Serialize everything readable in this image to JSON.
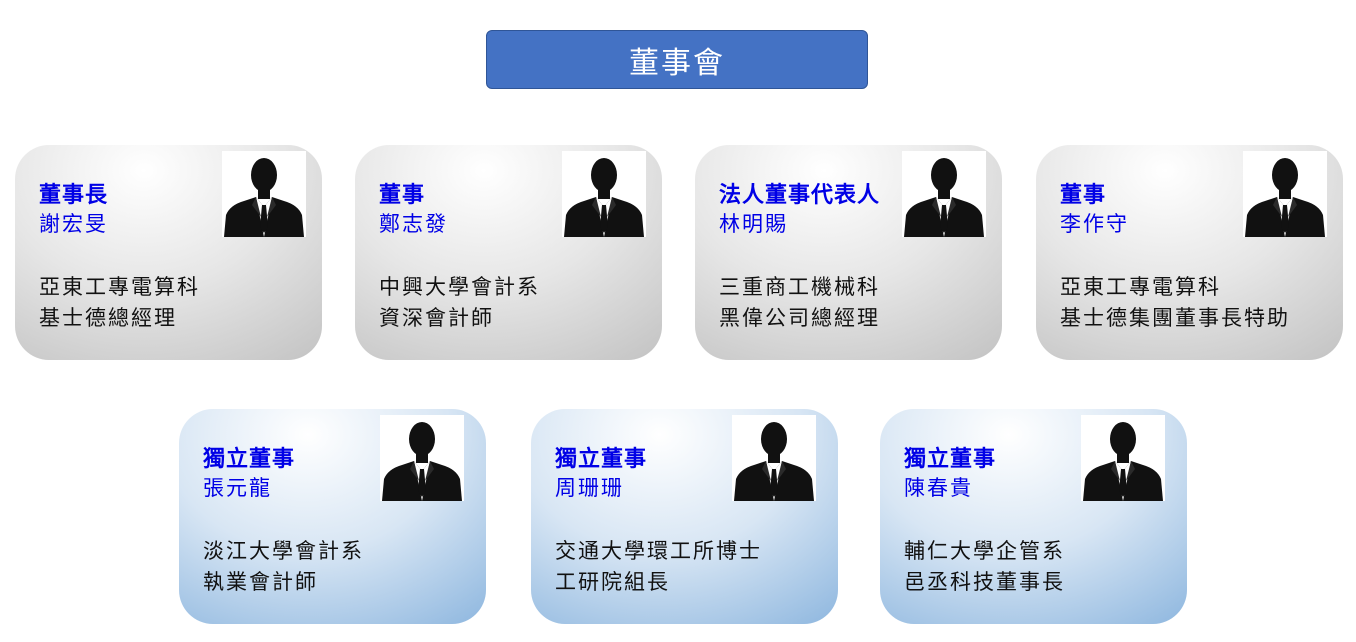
{
  "title": "董事會",
  "members": [
    {
      "role": "董事長",
      "name": "謝宏旻",
      "desc": [
        "亞東工專電算科",
        "基士德總經理"
      ],
      "photo_icon": "person-silhouette-icon",
      "style": "gray"
    },
    {
      "role": "董事",
      "name": "鄭志發",
      "desc": [
        "中興大學會計系",
        "資深會計師"
      ],
      "photo_icon": "person-silhouette-icon",
      "style": "gray"
    },
    {
      "role": "法人董事代表人",
      "name": "林明賜",
      "desc": [
        "三重商工機械科",
        "黑偉公司總經理"
      ],
      "photo_icon": "person-silhouette-icon",
      "style": "gray"
    },
    {
      "role": "董事",
      "name": "李作守",
      "desc": [
        "亞東工專電算科",
        "基士德集團董事長特助"
      ],
      "photo_icon": "person-silhouette-icon",
      "style": "gray"
    },
    {
      "role": "獨立董事",
      "name": "張元龍",
      "desc": [
        "淡江大學會計系",
        "執業會計師"
      ],
      "photo_icon": "person-silhouette-icon",
      "style": "blue"
    },
    {
      "role": "獨立董事",
      "name": "周珊珊",
      "desc": [
        "交通大學環工所博士",
        "工研院組長"
      ],
      "photo_icon": "person-silhouette-icon",
      "style": "blue"
    },
    {
      "role": "獨立董事",
      "name": "陳春貴",
      "desc": [
        "輔仁大學企管系",
        "邑丞科技董事長"
      ],
      "photo_icon": "person-silhouette-icon",
      "style": "blue"
    }
  ],
  "colors": {
    "title_bg": "#4472c4",
    "role_text": "#0000e6",
    "gray_card_edge": "#b4b4b4",
    "blue_card_edge": "#6fa3d6"
  }
}
